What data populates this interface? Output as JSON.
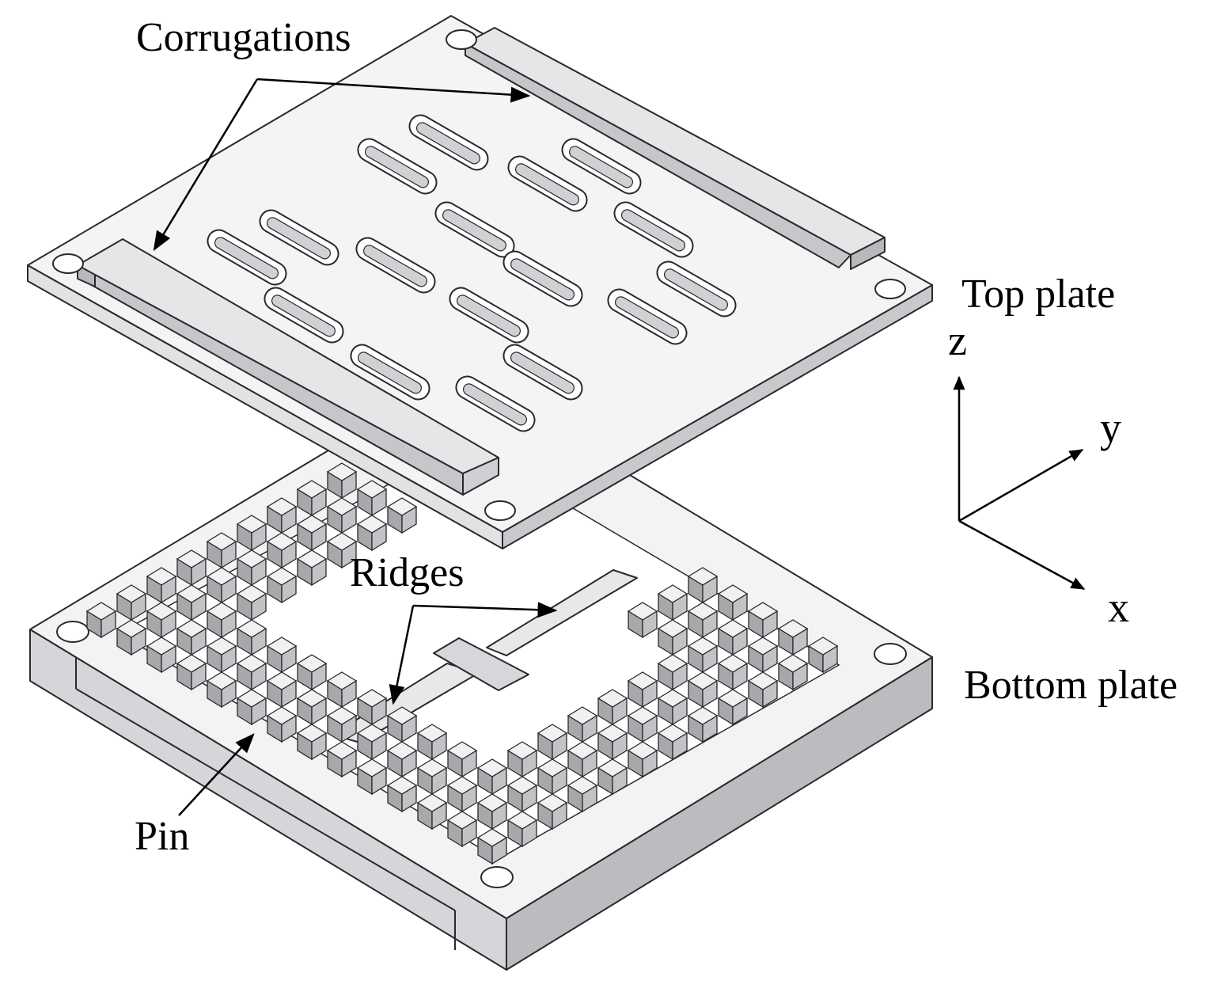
{
  "labels": {
    "corrugations": "Corrugations",
    "top_plate": "Top plate",
    "ridges": "Ridges",
    "bottom_plate": "Bottom plate",
    "pin": "Pin"
  },
  "axes": {
    "z": "z",
    "y": "y",
    "x": "x"
  },
  "colors": {
    "plate_top": "#f4f4f5",
    "plate_side_light": "#d9d8dc",
    "plate_side_dark": "#b3b1b6",
    "pin_top": "#f1f1f2",
    "pin_side": "#a9a7ab",
    "line": "#2a2a2a",
    "arrow": "#000000"
  }
}
